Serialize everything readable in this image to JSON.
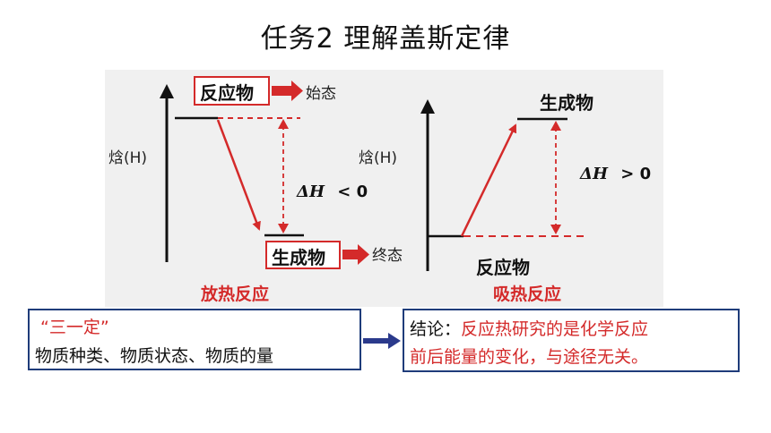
{
  "title": "任务2  理解盖斯定律",
  "diagram": {
    "exo": {
      "y_axis_label": "焓(H)",
      "reactant": "反应物",
      "initial_state": "始态",
      "product": "生成物",
      "final_state": "终态",
      "delta_h": "ΔH",
      "delta_h_relation": "< 0",
      "caption": "放热反应"
    },
    "endo": {
      "y_axis_label": "焓(H)",
      "reactant": "反应物",
      "product": "生成物",
      "delta_h": "ΔH",
      "delta_h_relation": "> 0",
      "caption": "吸热反应"
    },
    "colors": {
      "red": "#d42a2a",
      "navy": "#1f3c7a",
      "panel_bg": "#f0f0f0"
    }
  },
  "premise": {
    "heading": "“三一定”",
    "body": "物质种类、物质状态、物质的量"
  },
  "conclusion": {
    "label": "结论：",
    "text_line1": "反应热研究的是化学反应",
    "text_line2": "前后能量的变化，与途径无关。"
  }
}
